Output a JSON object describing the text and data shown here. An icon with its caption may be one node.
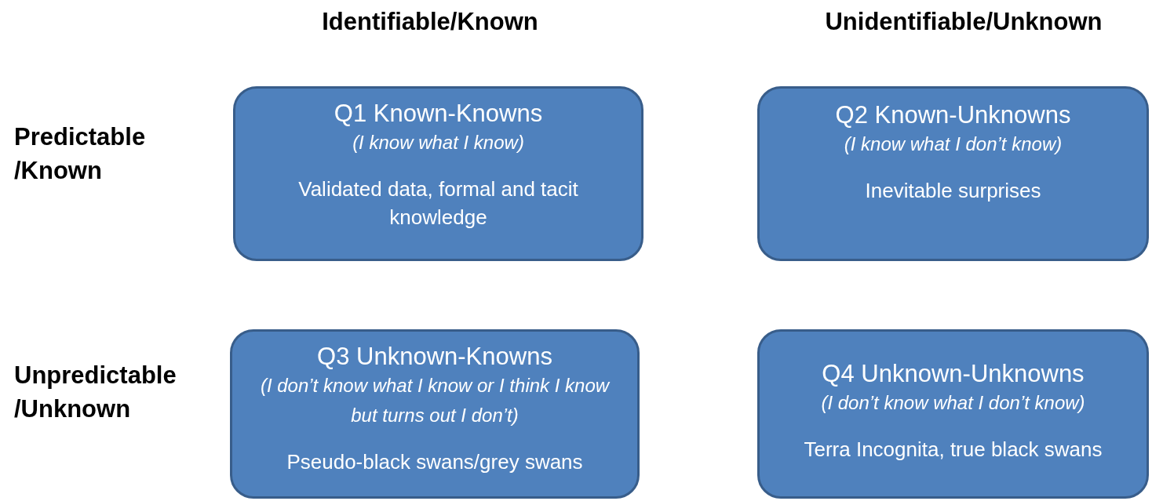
{
  "diagram": {
    "nodes": [
      {
        "text": [
          "Q1 Known-Knowns",
          "(I know what I know)",
          "Validated data, formal and tacit knowledge"
        ]
      },
      {
        "text": [
          "Q2 Known-Unknowns",
          "(I know what I don’t know)",
          "Inevitable surprises"
        ]
      },
      {
        "text": [
          "Q3 Unknown-Knowns",
          "(I don’t know what I know or I think I know but turns out I don’t)",
          "Pseudo-black swans/grey swans"
        ]
      },
      {
        "text": [
          "Q4 Unknown-Unknowns",
          "(I don’t know what I don’t know)",
          "Terra Incognita, true black swans"
        ]
      }
    ],
    "labels": [
      "Identifiable/Known",
      "Unidentifiable/Unknown",
      "Predictable /Known",
      "Unpredictable /Unknown"
    ]
  }
}
